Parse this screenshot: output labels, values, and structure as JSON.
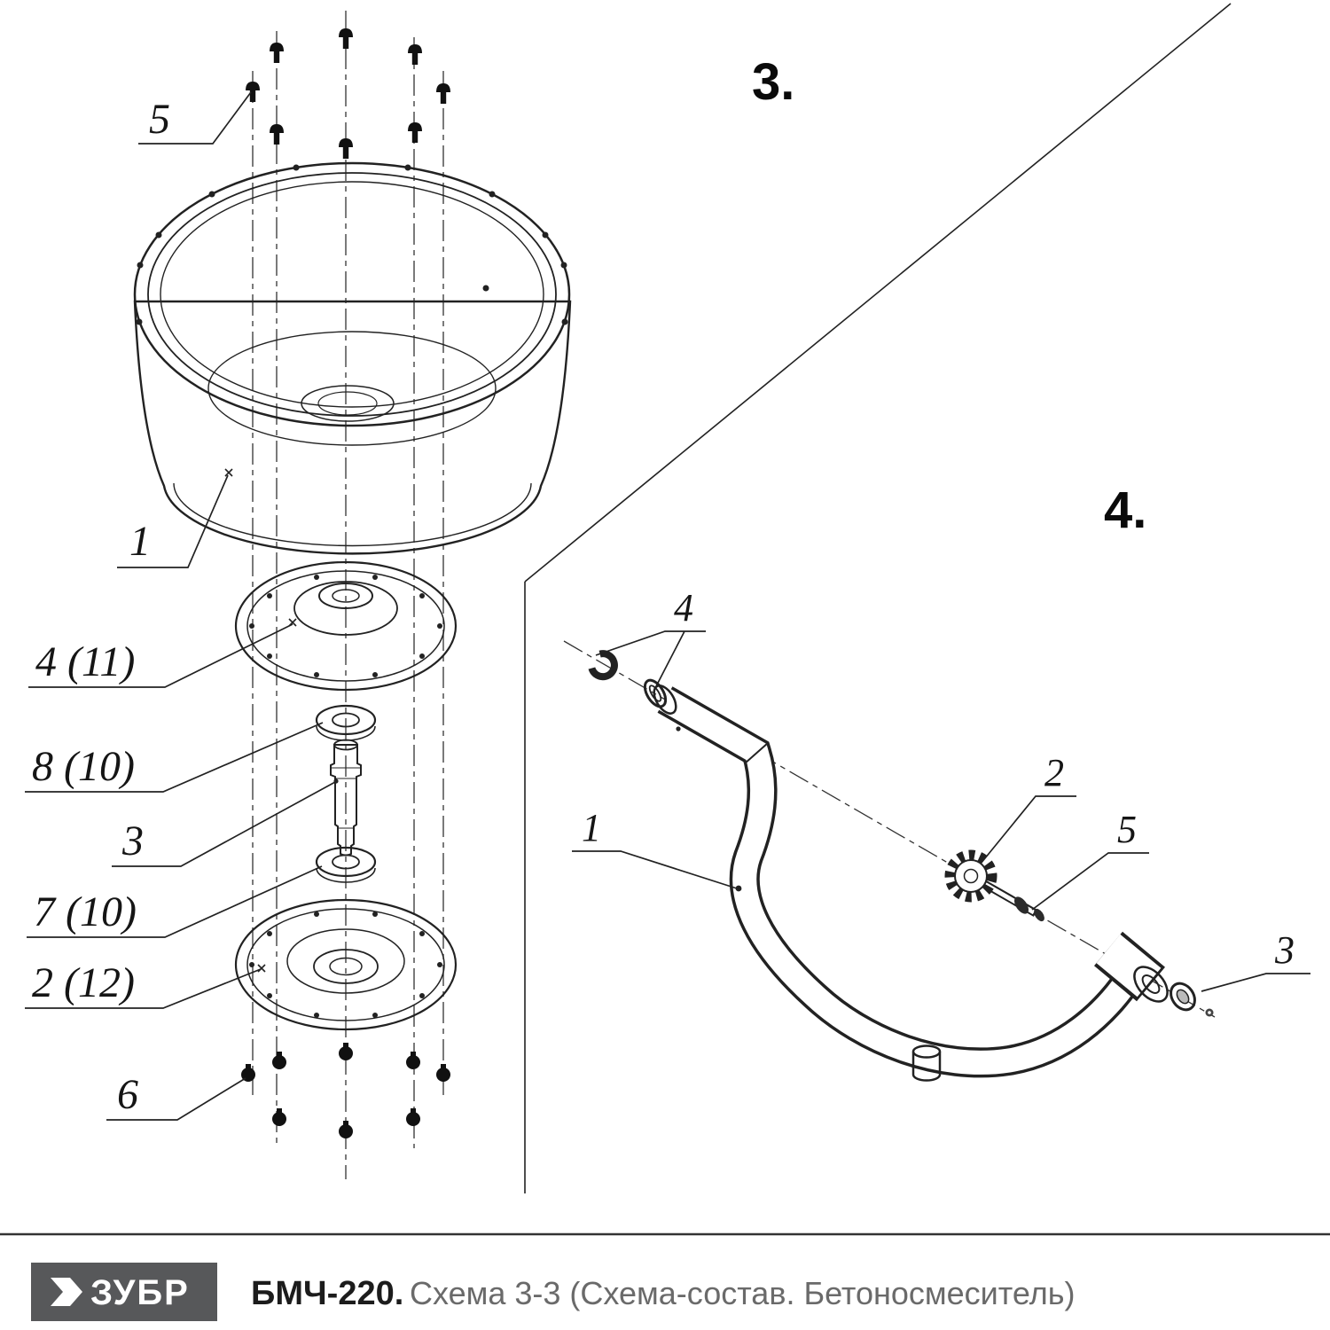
{
  "diagram3": {
    "header": "3.",
    "labels": {
      "bolt_top": "5",
      "drum": "1",
      "upper_flange": "4 (11)",
      "bearing_upper": "8 (10)",
      "shaft": "3",
      "bearing_lower": "7 (10)",
      "lower_flange": "2 (12)",
      "bolt_bottom": "6"
    }
  },
  "diagram4": {
    "header": "4.",
    "labels": {
      "clamps": "4",
      "gear": "2",
      "washer": "5",
      "frame": "1",
      "bushing": "3"
    }
  },
  "footer": {
    "brand": "ЗУБР",
    "model": "БМЧ-220.",
    "description": "Схема 3-3 (Схема-состав. Бетоносмеситель)"
  },
  "colors": {
    "line": "#222222",
    "logo_bg": "#57585a",
    "subtitle": "#6a6a6a"
  }
}
